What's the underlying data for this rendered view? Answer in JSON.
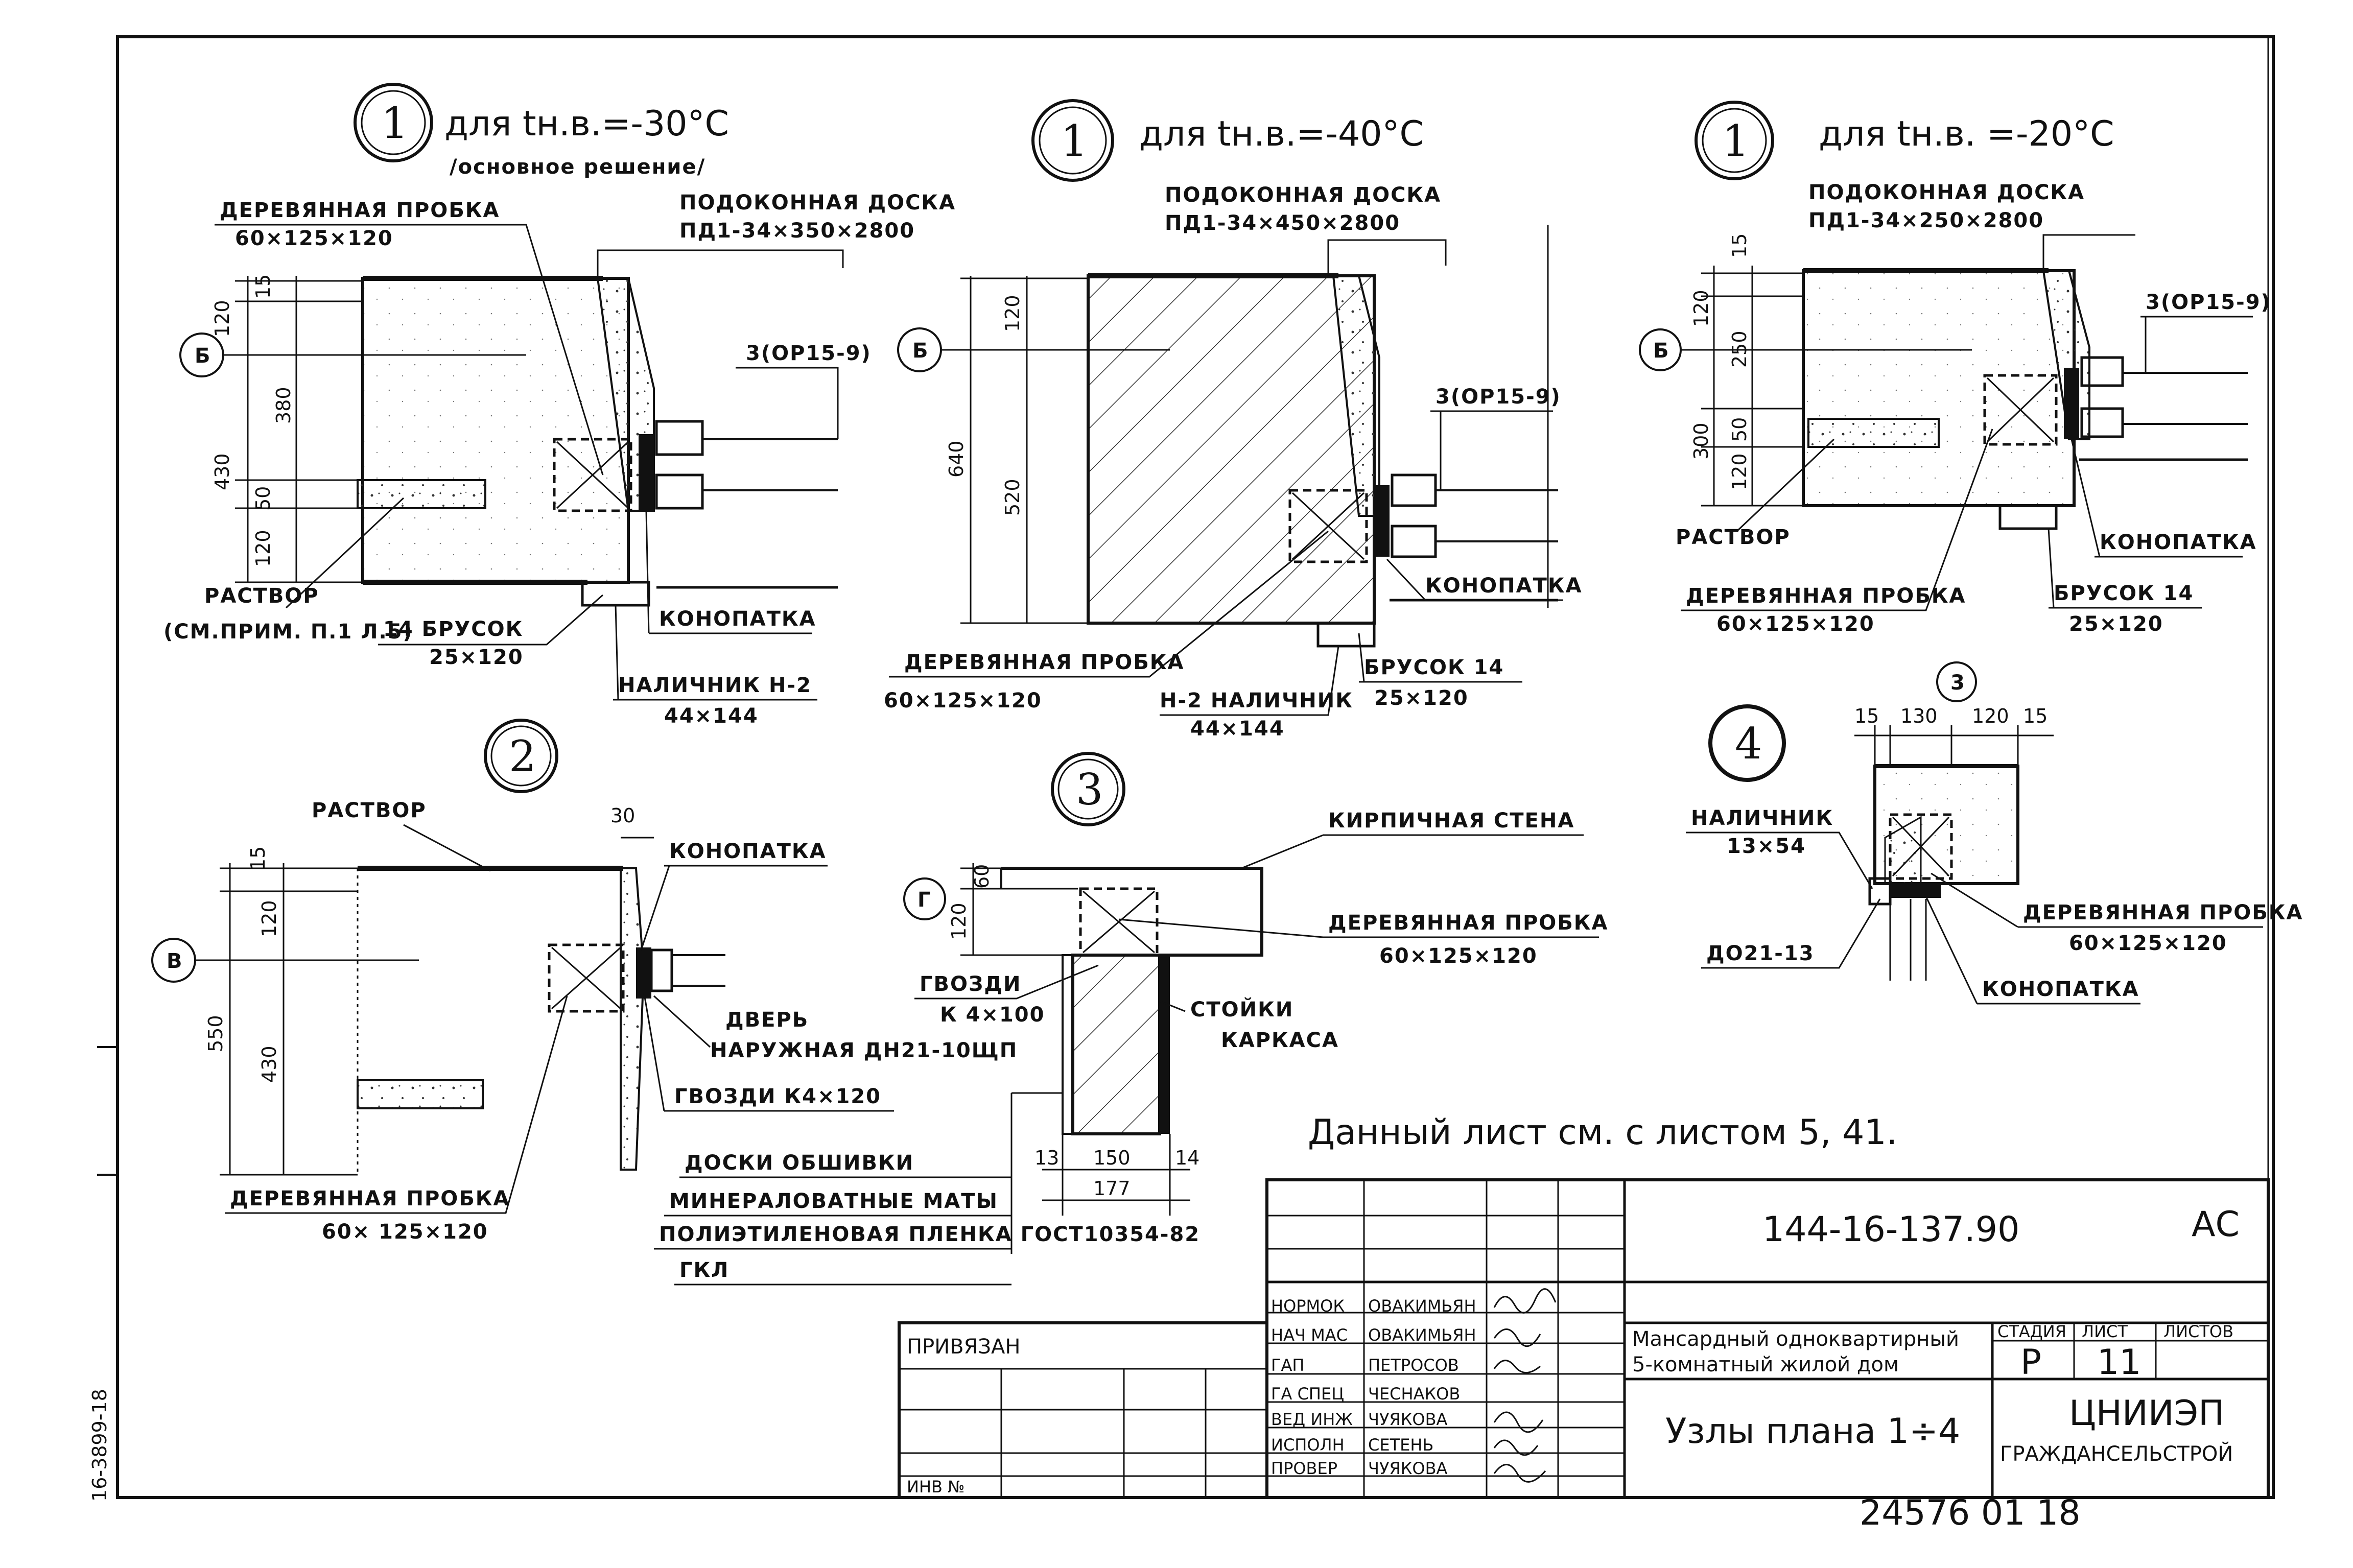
{
  "detail1_base": {
    "mark": "1",
    "title": "для tн.в.=-30°С",
    "subtitle": "/основное решение/",
    "axis": "Б",
    "plug_label": "ДЕРЕВЯННАЯ ПРОБКА",
    "plug_size": "60×125×120",
    "board_label": "ПОДОКОННАЯ ДОСКА",
    "board_size": "ПД1-34×350×2800",
    "window_ref": "3(ОР15-9)",
    "mortar_label": "РАСТВОР",
    "mortar_note": "(СМ.ПРИМ. П.1 Л.5)",
    "bar_label": "14 БРУСОК",
    "bar_size": "25×120",
    "caulk_label": "КОНОПАТКА",
    "trim_label": "НАЛИЧНИК Н-2",
    "trim_size": "44×144",
    "dims": [
      "15",
      "120",
      "380",
      "430",
      "50",
      "120"
    ]
  },
  "detail1_40": {
    "mark": "1",
    "title": "для tн.в.=-40°С",
    "axis": "Б",
    "board_label": "ПОДОКОННАЯ ДОСКА",
    "board_size": "ПД1-34×450×2800",
    "window_ref": "3(ОР15-9)",
    "plug_label": "ДЕРЕВЯННАЯ ПРОБКА",
    "plug_size": "60×125×120",
    "trim_label": "Н-2 НАЛИЧНИК",
    "trim_size": "44×144",
    "caulk_label": "КОНОПАТКА",
    "bar_label": "БРУСОК  14",
    "bar_size": "25×120",
    "dims": [
      "120",
      "640",
      "520"
    ]
  },
  "detail1_20": {
    "mark": "1",
    "title": "для tн.в. =-20°С",
    "axis": "Б",
    "board_label": "ПОДОКОННАЯ ДОСКА",
    "board_size": "ПД1-34×250×2800",
    "window_ref": "3(ОР15-9)",
    "mortar_label": "РАСТВОР",
    "plug_label": "ДЕРЕВЯННАЯ ПРОБКА",
    "plug_size": "60×125×120",
    "caulk_label": "КОНОПАТКА",
    "bar_label": "БРУСОК  14",
    "bar_size": "25×120",
    "dims": [
      "15",
      "120",
      "250",
      "300",
      "50",
      "120"
    ]
  },
  "detail2": {
    "mark": "2",
    "axis": "В",
    "mortar_label": "РАСТВОР",
    "caulk_label": "КОНОПАТКА",
    "door_label": "ДВЕРЬ",
    "door_spec": "НАРУЖНАЯ ДН21-10ЩП",
    "nails_label": "ГВОЗДИ К4×120",
    "plug_label": "ДЕРЕВЯННАЯ ПРОБКА",
    "plug_size": "60× 125×120",
    "dims": [
      "30",
      "15",
      "120",
      "430",
      "550"
    ]
  },
  "detail3": {
    "mark": "3",
    "axis": "Г",
    "wall_label": "КИРПИЧНАЯ СТЕНА",
    "plug_label": "ДЕРЕВЯННАЯ ПРОБКА",
    "plug_size": "60×125×120",
    "nails_label": "ГВОЗДИ",
    "nails_size": "К 4×100",
    "posts_label": "СТОЙКИ",
    "posts_label2": "КАРКАСА",
    "sheathing_label": "ДОСКИ ОБШИВКИ",
    "mineral_label": "МИНЕРАЛОВАТНЫЕ МАТЫ",
    "film_label": "ПОЛИЭТИЛЕНОВАЯ ПЛЕНКА ГОСТ10354-82",
    "gkl_label": "ГКЛ",
    "dims": [
      "60",
      "120",
      "13",
      "150",
      "14",
      "177"
    ]
  },
  "detail4": {
    "mark": "4",
    "ref_mark": "3",
    "trim_label": "НАЛИЧНИК",
    "trim_size": "13×54",
    "door_ref": "ДО21-13",
    "plug_label": "ДЕРЕВЯННАЯ ПРОБКА",
    "plug_size": "60×125×120",
    "caulk_label": "КОНОПАТКА",
    "dims": [
      "15",
      "130",
      "120",
      "15"
    ]
  },
  "note": "Данный лист см. с листом 5, 41.",
  "title_block": {
    "code": "144-16-137.90",
    "section": "АС",
    "project_line1": "Мансардный одноквартирный",
    "project_line2": "5-комнатный жилой дом",
    "sheet_title": "Узлы плана 1÷4",
    "stage_header": "СТАДИЯ",
    "sheet_header": "ЛИСТ",
    "sheets_header": "ЛИСТОВ",
    "stage": "Р",
    "sheet": "11",
    "org_line1": "ЦНИИЭП",
    "org_line2": "ГРАЖДАНСЕЛЬСТРОЙ",
    "bound_label": "ПРИВЯЗАН",
    "inv_label": "ИНВ №",
    "roles": [
      "НОРМОК",
      "НАЧ МАС",
      "ГАП",
      "ГА СПЕЦ",
      "ВЕД ИНЖ",
      "ИСПОЛН",
      "ПРОВЕР"
    ],
    "names": [
      "ОВАКИМЬЯН",
      "ОВАКИМЬЯН",
      "ПЕТРОСОВ",
      "ЧЕСНАКОВ",
      "ЧУЯКОВА",
      "СЕТЕНЬ",
      "ЧУЯКОВА"
    ]
  },
  "side_stamp": "16-3899-18",
  "bottom_stamp": "24576 01   18"
}
